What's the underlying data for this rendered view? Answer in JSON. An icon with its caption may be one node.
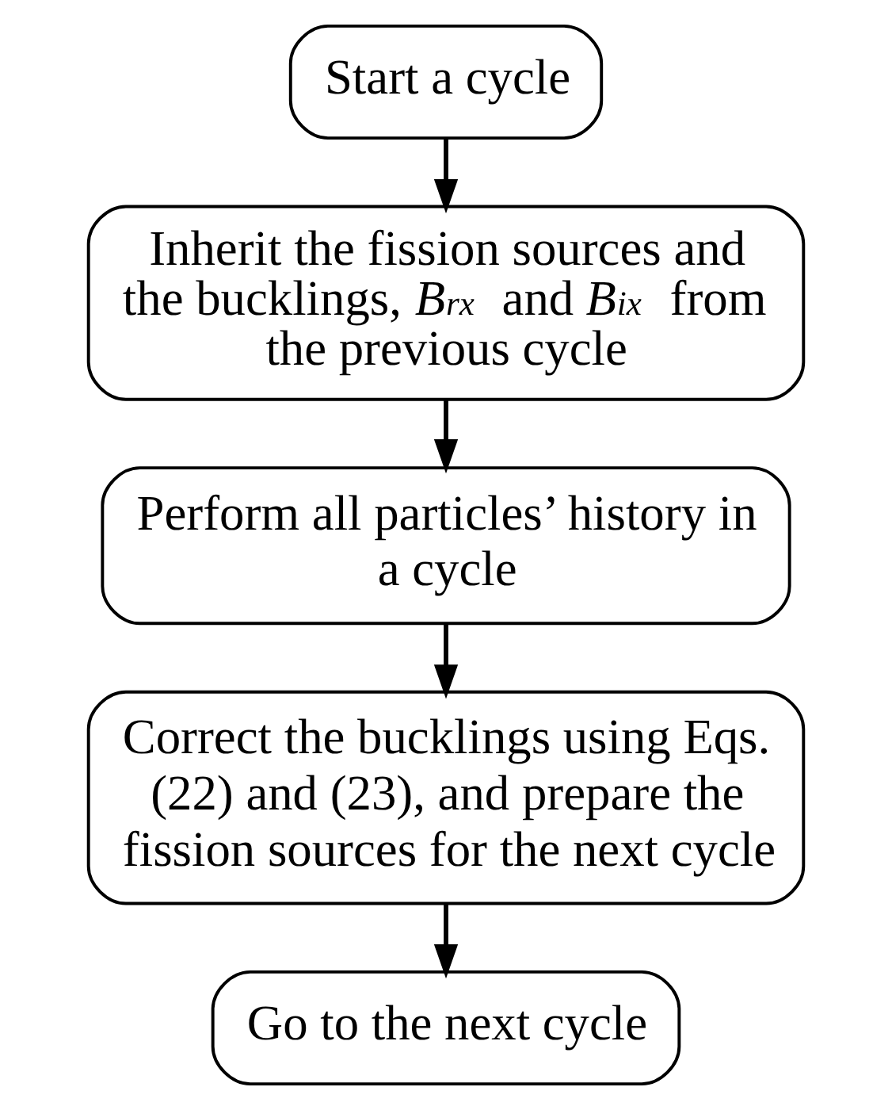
{
  "diagram": {
    "nodes": [
      {
        "text": [
          "Start a cycle"
        ]
      },
      {
        "text": [
          "Inherit the fission sources and the bucklings, *B*$_{rx}$ and *B*$_{ix}$ from the previous cycle"
        ]
      },
      {
        "text": [
          "Perform all particles’ history in a cycle"
        ]
      },
      {
        "text": [
          "Correct the bucklings using Eqs. (22) and (23), and prepare the fission sources for the next cycle"
        ]
      },
      {
        "text": [
          "Go to the next cycle"
        ]
      }
    ],
    "edges": [
      {
        "from": 0,
        "to": 1,
        "arrow": "to"
      },
      {
        "from": 1,
        "to": 2,
        "arrow": "to"
      },
      {
        "from": 2,
        "to": 3,
        "arrow": "to"
      },
      {
        "from": 3,
        "to": 4,
        "arrow": "to"
      }
    ]
  }
}
